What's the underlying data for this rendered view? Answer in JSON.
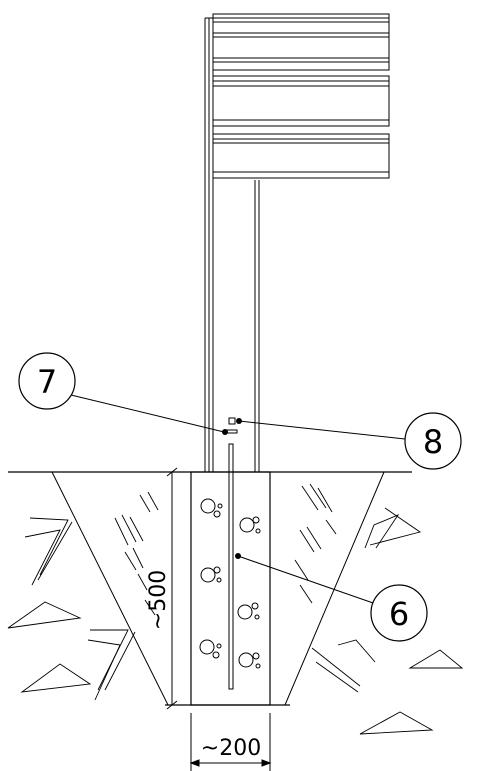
{
  "callouts": {
    "post_anchor": "7",
    "bracket_bolt": "8",
    "rebar": "6"
  },
  "dimensions": {
    "depth": "~500",
    "width": "~200"
  },
  "colors": {
    "line": "#000000",
    "background": "#ffffff"
  }
}
